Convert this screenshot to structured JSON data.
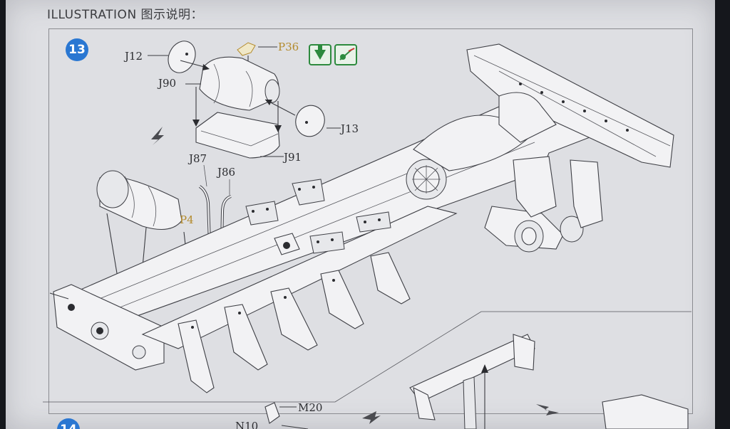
{
  "header": {
    "title": "ILLUSTRATION 图示说明："
  },
  "step13": {
    "number": "13",
    "labels": {
      "j12": "J12",
      "p36": "P36",
      "j90": "J90",
      "j13": "J13",
      "j91": "J91",
      "j87": "J87",
      "j86": "J86",
      "p4": "P4"
    },
    "icons": [
      "glue-icon",
      "paint-icon"
    ]
  },
  "step14": {
    "number": "14",
    "labels": {
      "m20": "M20",
      "n10": "N10"
    }
  },
  "colors": {
    "badge": "#2a77d2",
    "paper": "#dedfe3",
    "gold_label": "#b38a2b",
    "icon_green": "#2d8a3e"
  }
}
